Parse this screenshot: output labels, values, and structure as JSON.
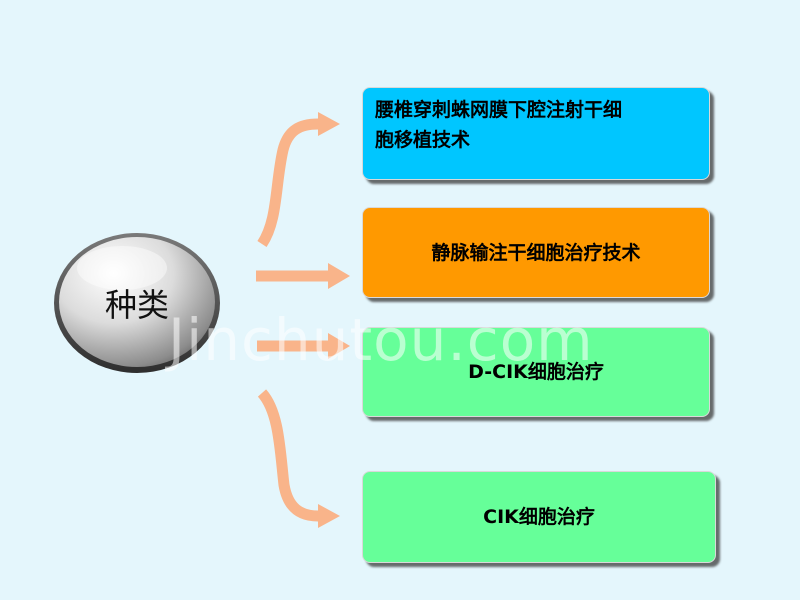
{
  "center": {
    "label": "种类"
  },
  "items": [
    {
      "line1": "腰椎穿刺蛛网膜下腔注射干细",
      "line2": "胞移植技术",
      "color": "#00c6ff"
    },
    {
      "label": "静脉输注干细胞治疗技术",
      "color": "#ff9900"
    },
    {
      "label": "D-CIK细胞治疗",
      "color": "#66ff99"
    },
    {
      "label": "CIK细胞治疗",
      "color": "#66ff99"
    }
  ],
  "connector_color": "#f9b48a",
  "watermark": "Jinchutou.com"
}
